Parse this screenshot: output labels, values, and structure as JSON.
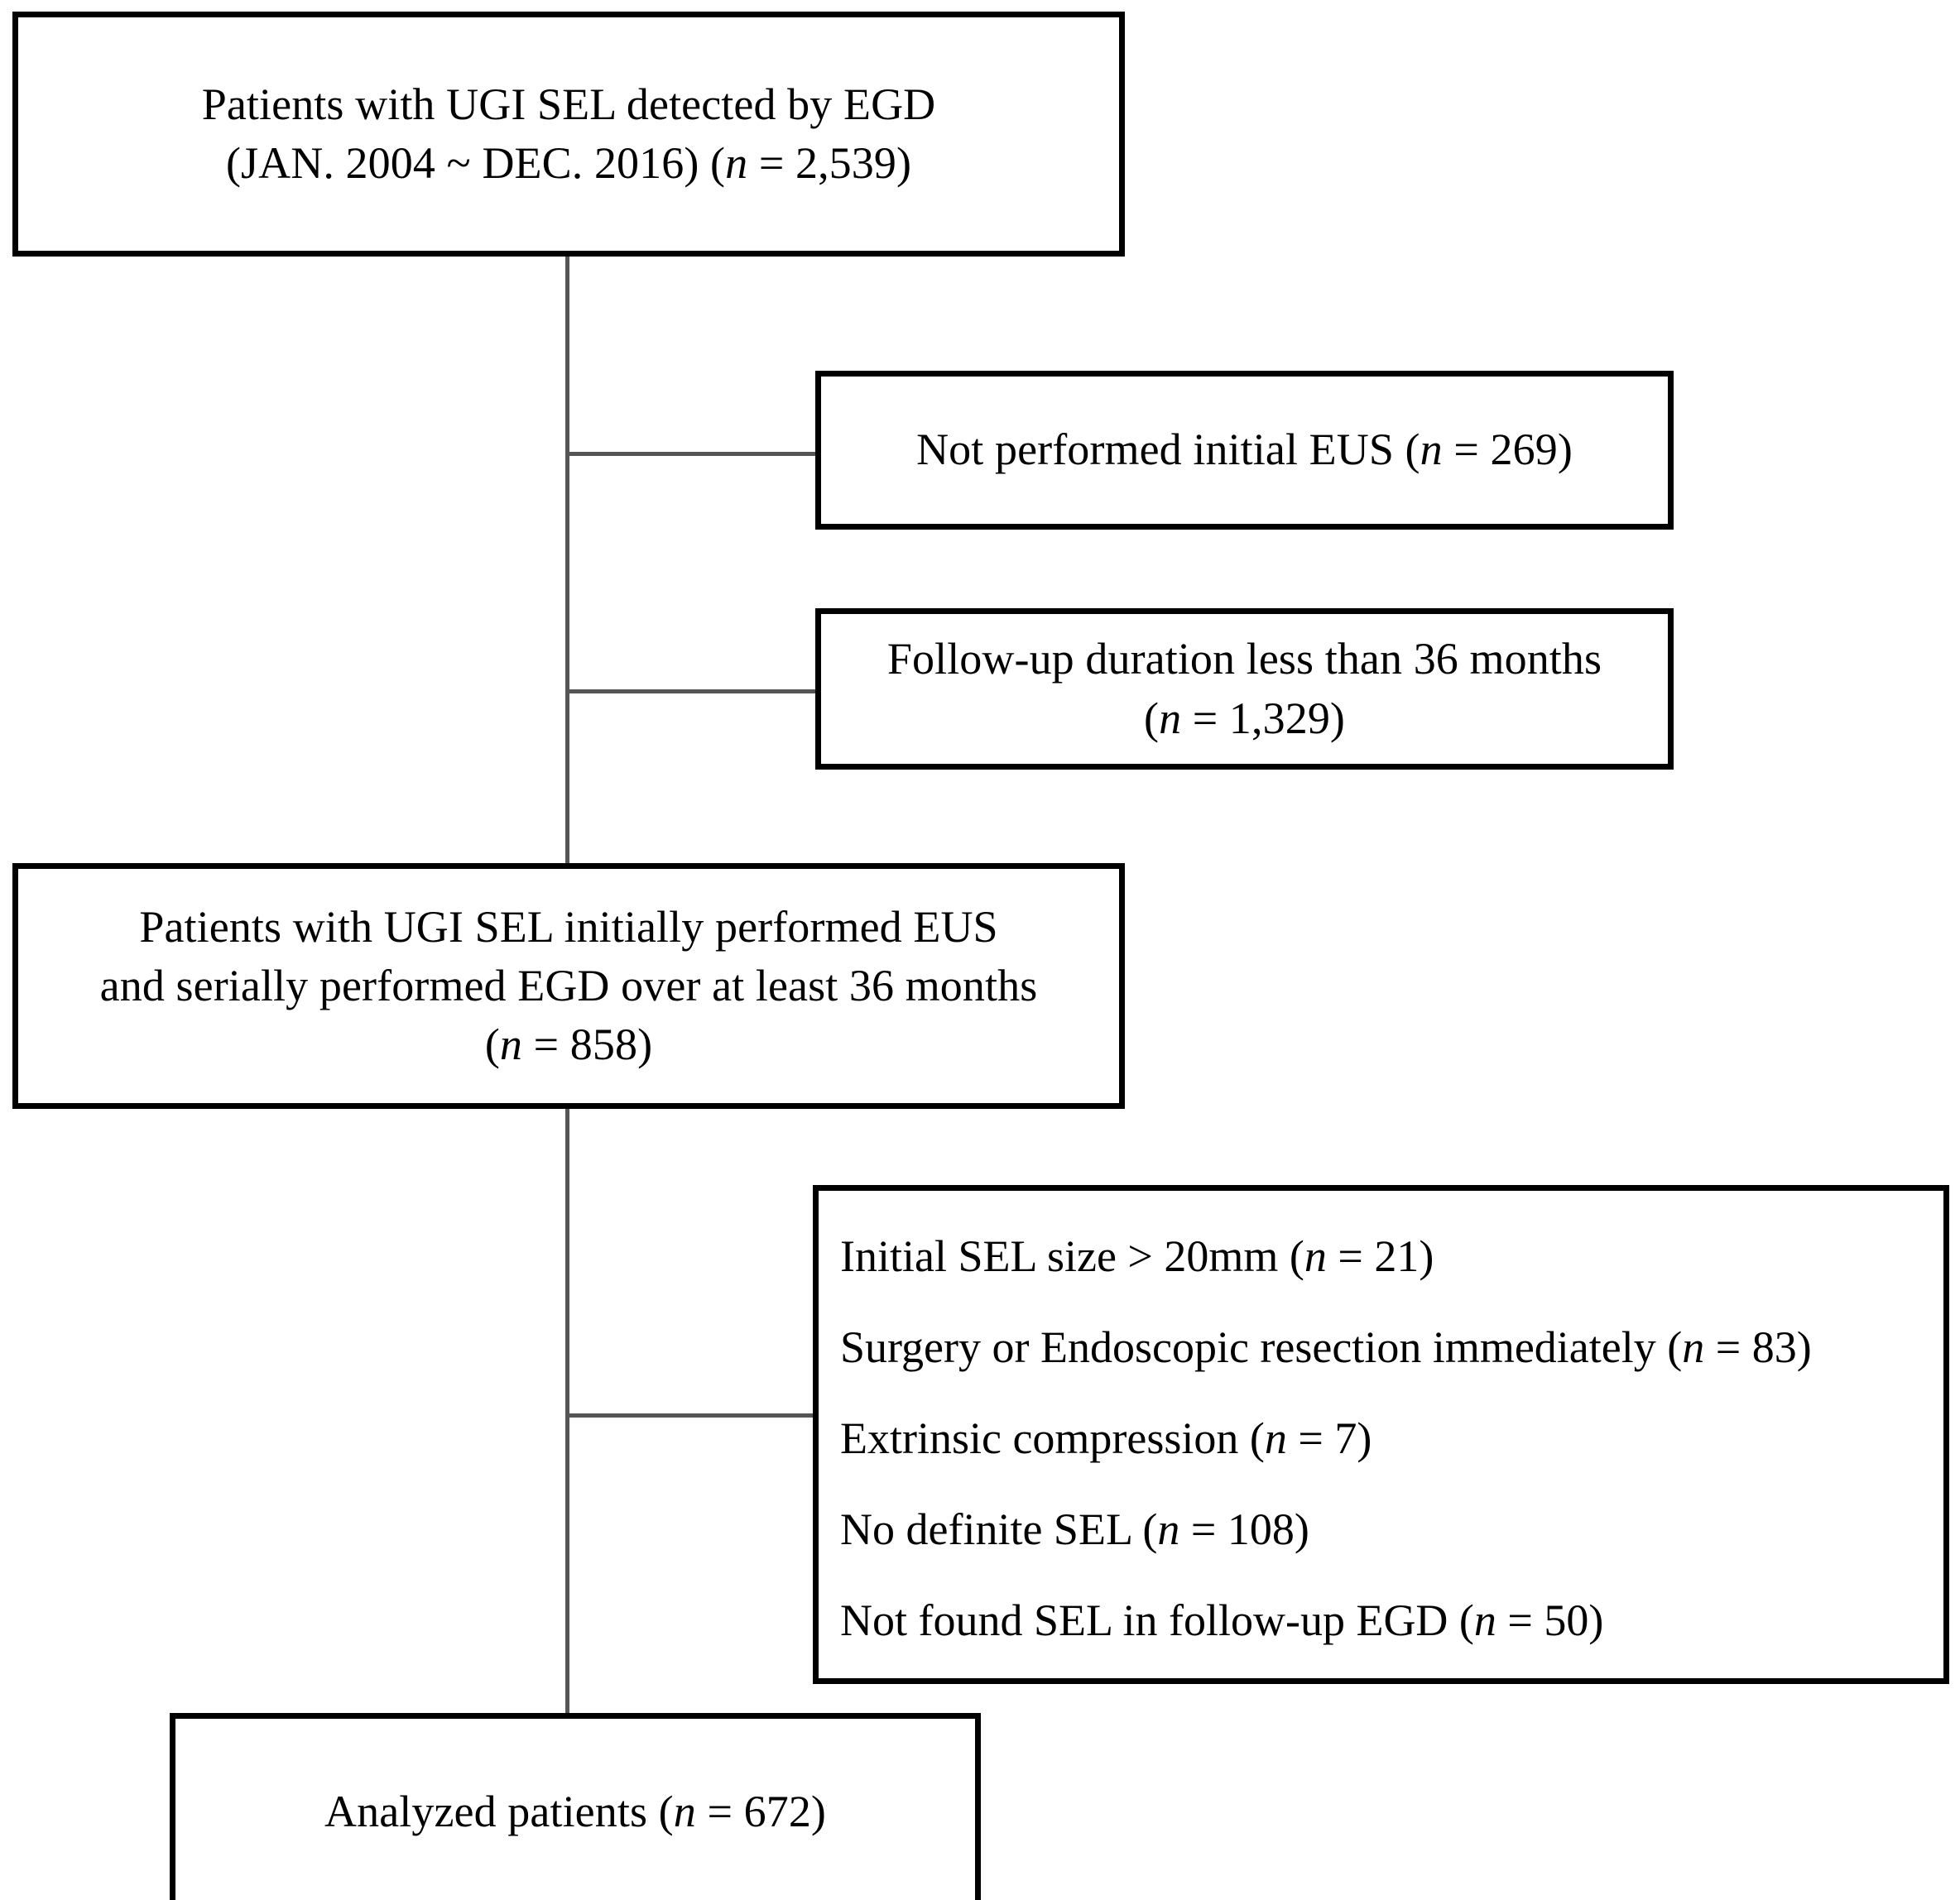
{
  "diagram": {
    "title": "Patient selection flow diagram",
    "type": "flowchart",
    "line_color": "#555555",
    "box_border_color": "#000000",
    "background": "#ffffff"
  },
  "nodes": {
    "source": {
      "line1": "Patients with UGI SEL detected by EGD",
      "line2_prefix": "(JAN. 2004 ~ DEC. 2016) (",
      "line2_italic": "n",
      "line2_suffix": " = 2,539)"
    },
    "exclude_no_eus": {
      "prefix": "Not performed initial EUS (",
      "italic": "n",
      "suffix": " = 269)"
    },
    "exclude_short_followup": {
      "line1": "Follow-up duration less than 36 months",
      "line2_prefix": "(",
      "line2_italic": "n",
      "line2_suffix": " = 1,329)"
    },
    "eligible": {
      "line1": "Patients with UGI SEL initially performed EUS",
      "line2": "and serially performed EGD over at least 36 months",
      "line3_prefix": "(",
      "line3_italic": "n",
      "line3_suffix": " = 858)"
    },
    "exclusions": {
      "items": [
        {
          "prefix": "Initial SEL size > 20mm (",
          "italic": "n",
          "suffix": " = 21)"
        },
        {
          "prefix": "Surgery or Endoscopic resection immediately (",
          "italic": "n",
          "suffix": " = 83)"
        },
        {
          "prefix": "Extrinsic compression (",
          "italic": "n",
          "suffix": " = 7)"
        },
        {
          "prefix": "No definite SEL (",
          "italic": "n",
          "suffix": " = 108)"
        },
        {
          "prefix": "Not found SEL in follow-up EGD (",
          "italic": "n",
          "suffix": " = 50)"
        }
      ]
    },
    "analyzed": {
      "prefix": "Analyzed patients (",
      "italic": "n",
      "suffix": " = 672)"
    }
  }
}
